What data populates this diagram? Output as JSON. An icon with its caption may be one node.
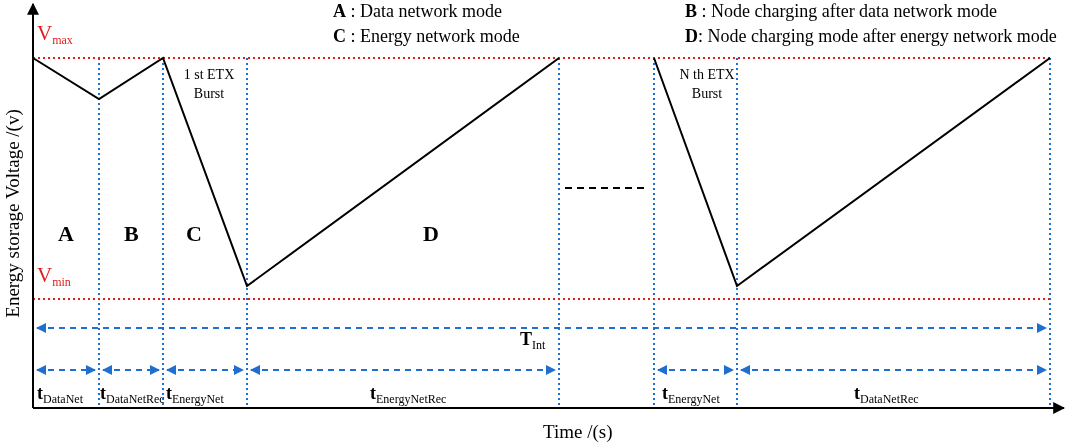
{
  "diagram": {
    "labels": [
      "**A** : Data network mode",
      "**B** : Node charging after data network mode",
      "V$_{max}$",
      "**C** : Energy network mode",
      "**D**:  Node charging mode after energy network mode",
      "1 st ETX Burst",
      "N th ETX Burst",
      "Energy storage Voltage /(v)",
      "A",
      "B",
      "C",
      "D",
      "V$_{min}$",
      "**T**$_{Int}$",
      "**t**$_{DataNet}$",
      "**t**$_{DataNetRec}$",
      "**t**$_{EnergyNet}$",
      "**t**$_{EnergyNetRec}$",
      "**t**$_{EnergyNet}$",
      "**t**$_{DataNetRec}$",
      "Time /(s)"
    ]
  }
}
